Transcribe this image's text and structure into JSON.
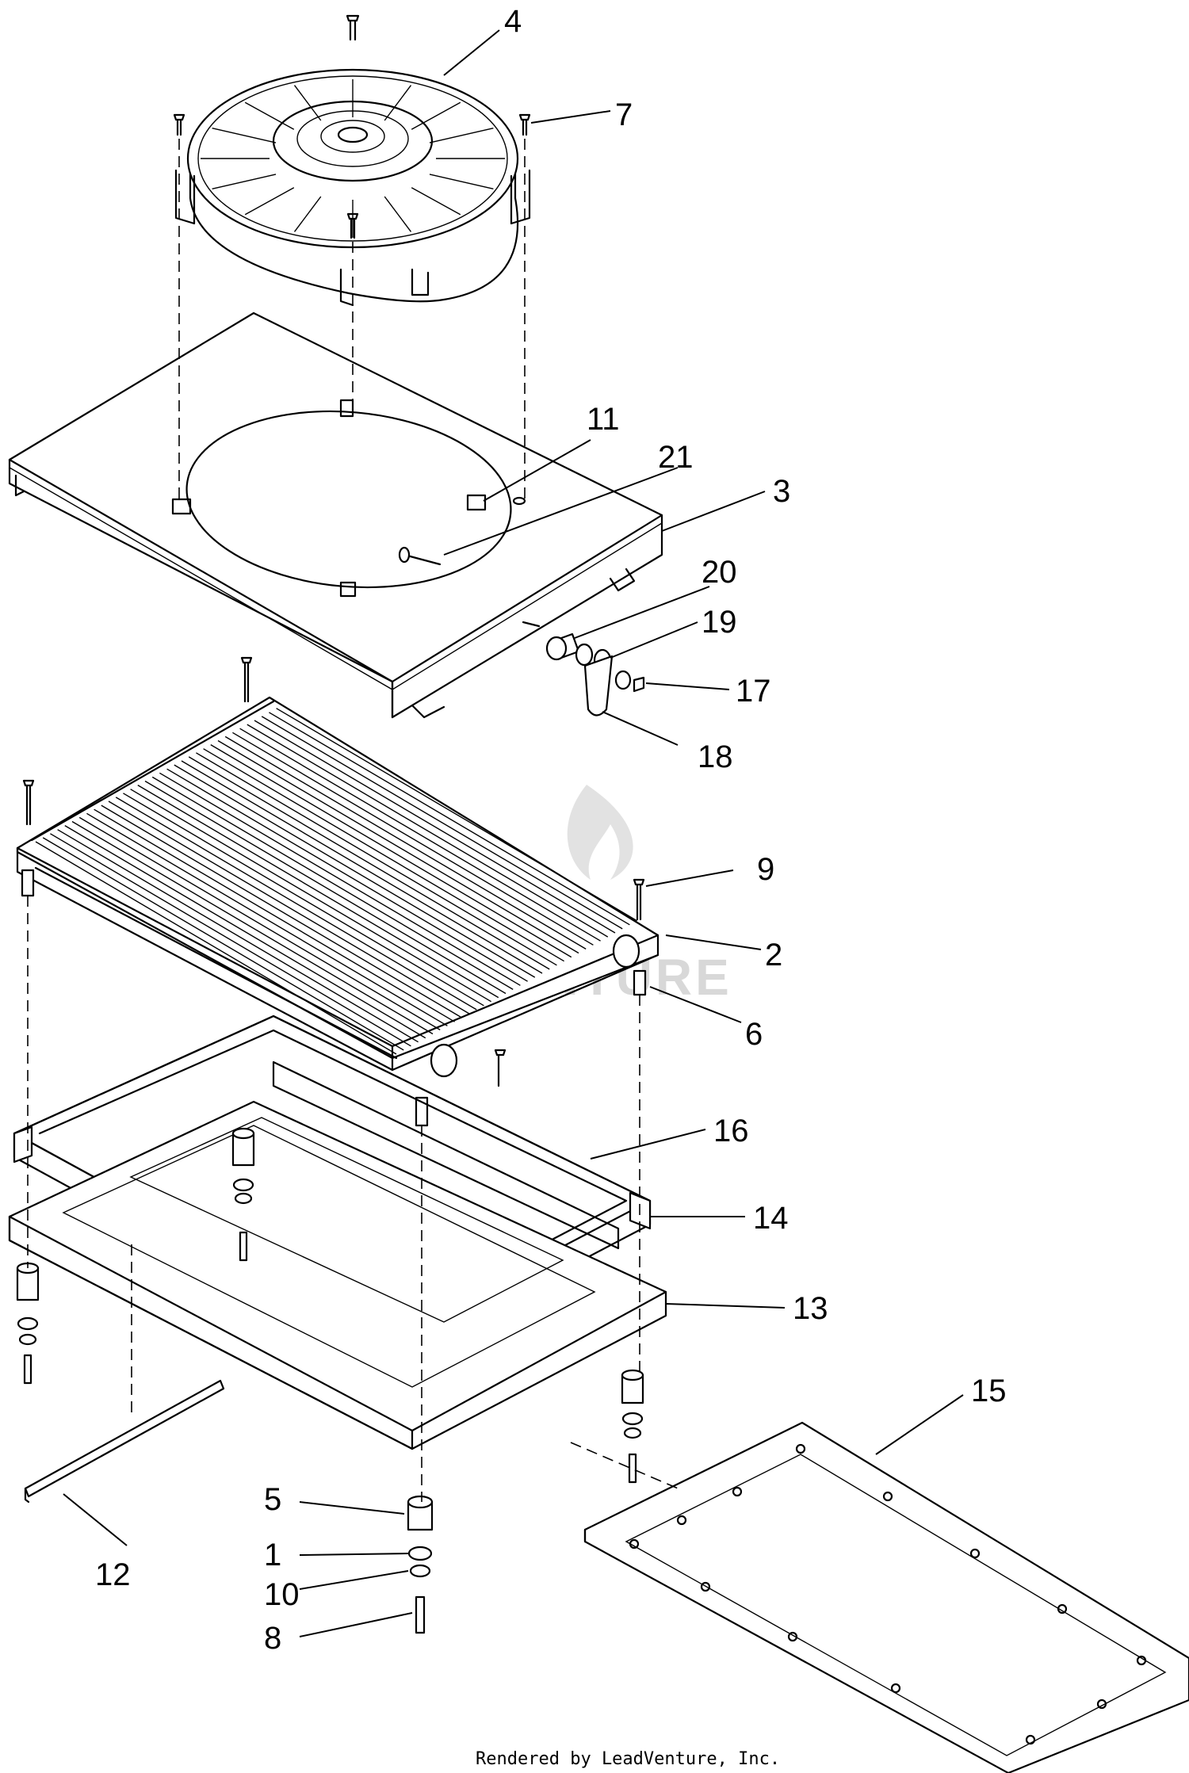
{
  "diagram": {
    "callouts": [
      {
        "id": "4",
        "label": "4"
      },
      {
        "id": "7",
        "label": "7"
      },
      {
        "id": "11",
        "label": "11"
      },
      {
        "id": "21",
        "label": "21"
      },
      {
        "id": "3",
        "label": "3"
      },
      {
        "id": "20",
        "label": "20"
      },
      {
        "id": "19",
        "label": "19"
      },
      {
        "id": "17",
        "label": "17"
      },
      {
        "id": "18",
        "label": "18"
      },
      {
        "id": "9",
        "label": "9"
      },
      {
        "id": "2",
        "label": "2"
      },
      {
        "id": "6",
        "label": "6"
      },
      {
        "id": "16",
        "label": "16"
      },
      {
        "id": "14",
        "label": "14"
      },
      {
        "id": "13",
        "label": "13"
      },
      {
        "id": "15",
        "label": "15"
      },
      {
        "id": "5",
        "label": "5"
      },
      {
        "id": "1",
        "label": "1"
      },
      {
        "id": "10",
        "label": "10"
      },
      {
        "id": "8",
        "label": "8"
      },
      {
        "id": "12",
        "label": "12"
      }
    ],
    "watermark": "VENTURE",
    "credit": "Rendered by LeadVenture, Inc."
  },
  "colors": {
    "line": "#000000",
    "background": "#ffffff",
    "watermark": "#d8d8d8"
  }
}
